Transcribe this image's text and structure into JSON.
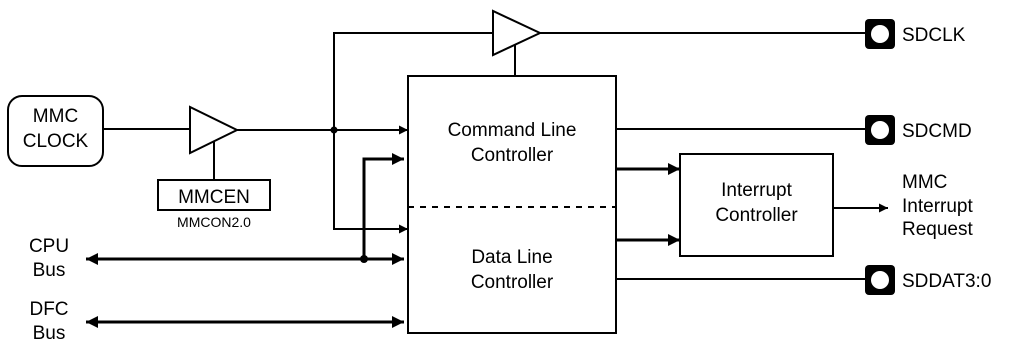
{
  "blocks": {
    "mmc_clock": [
      "MMC",
      "CLOCK"
    ],
    "command_line_controller": [
      "Command Line",
      "Controller"
    ],
    "data_line_controller": [
      "Data Line",
      "Controller"
    ],
    "interrupt_controller": [
      "Interrupt",
      "Controller"
    ],
    "mmcen": "MMCEN",
    "mmcon": "MMCON2.0"
  },
  "pins": {
    "sdclk": "SDCLK",
    "sdcmd": "SDCMD",
    "sddat": "SDDAT3:0"
  },
  "external": {
    "interrupt_request": [
      "MMC",
      "Interrupt",
      "Request"
    ],
    "cpu_bus": [
      "CPU",
      "Bus"
    ],
    "dfc_bus": [
      "DFC",
      "Bus"
    ]
  }
}
